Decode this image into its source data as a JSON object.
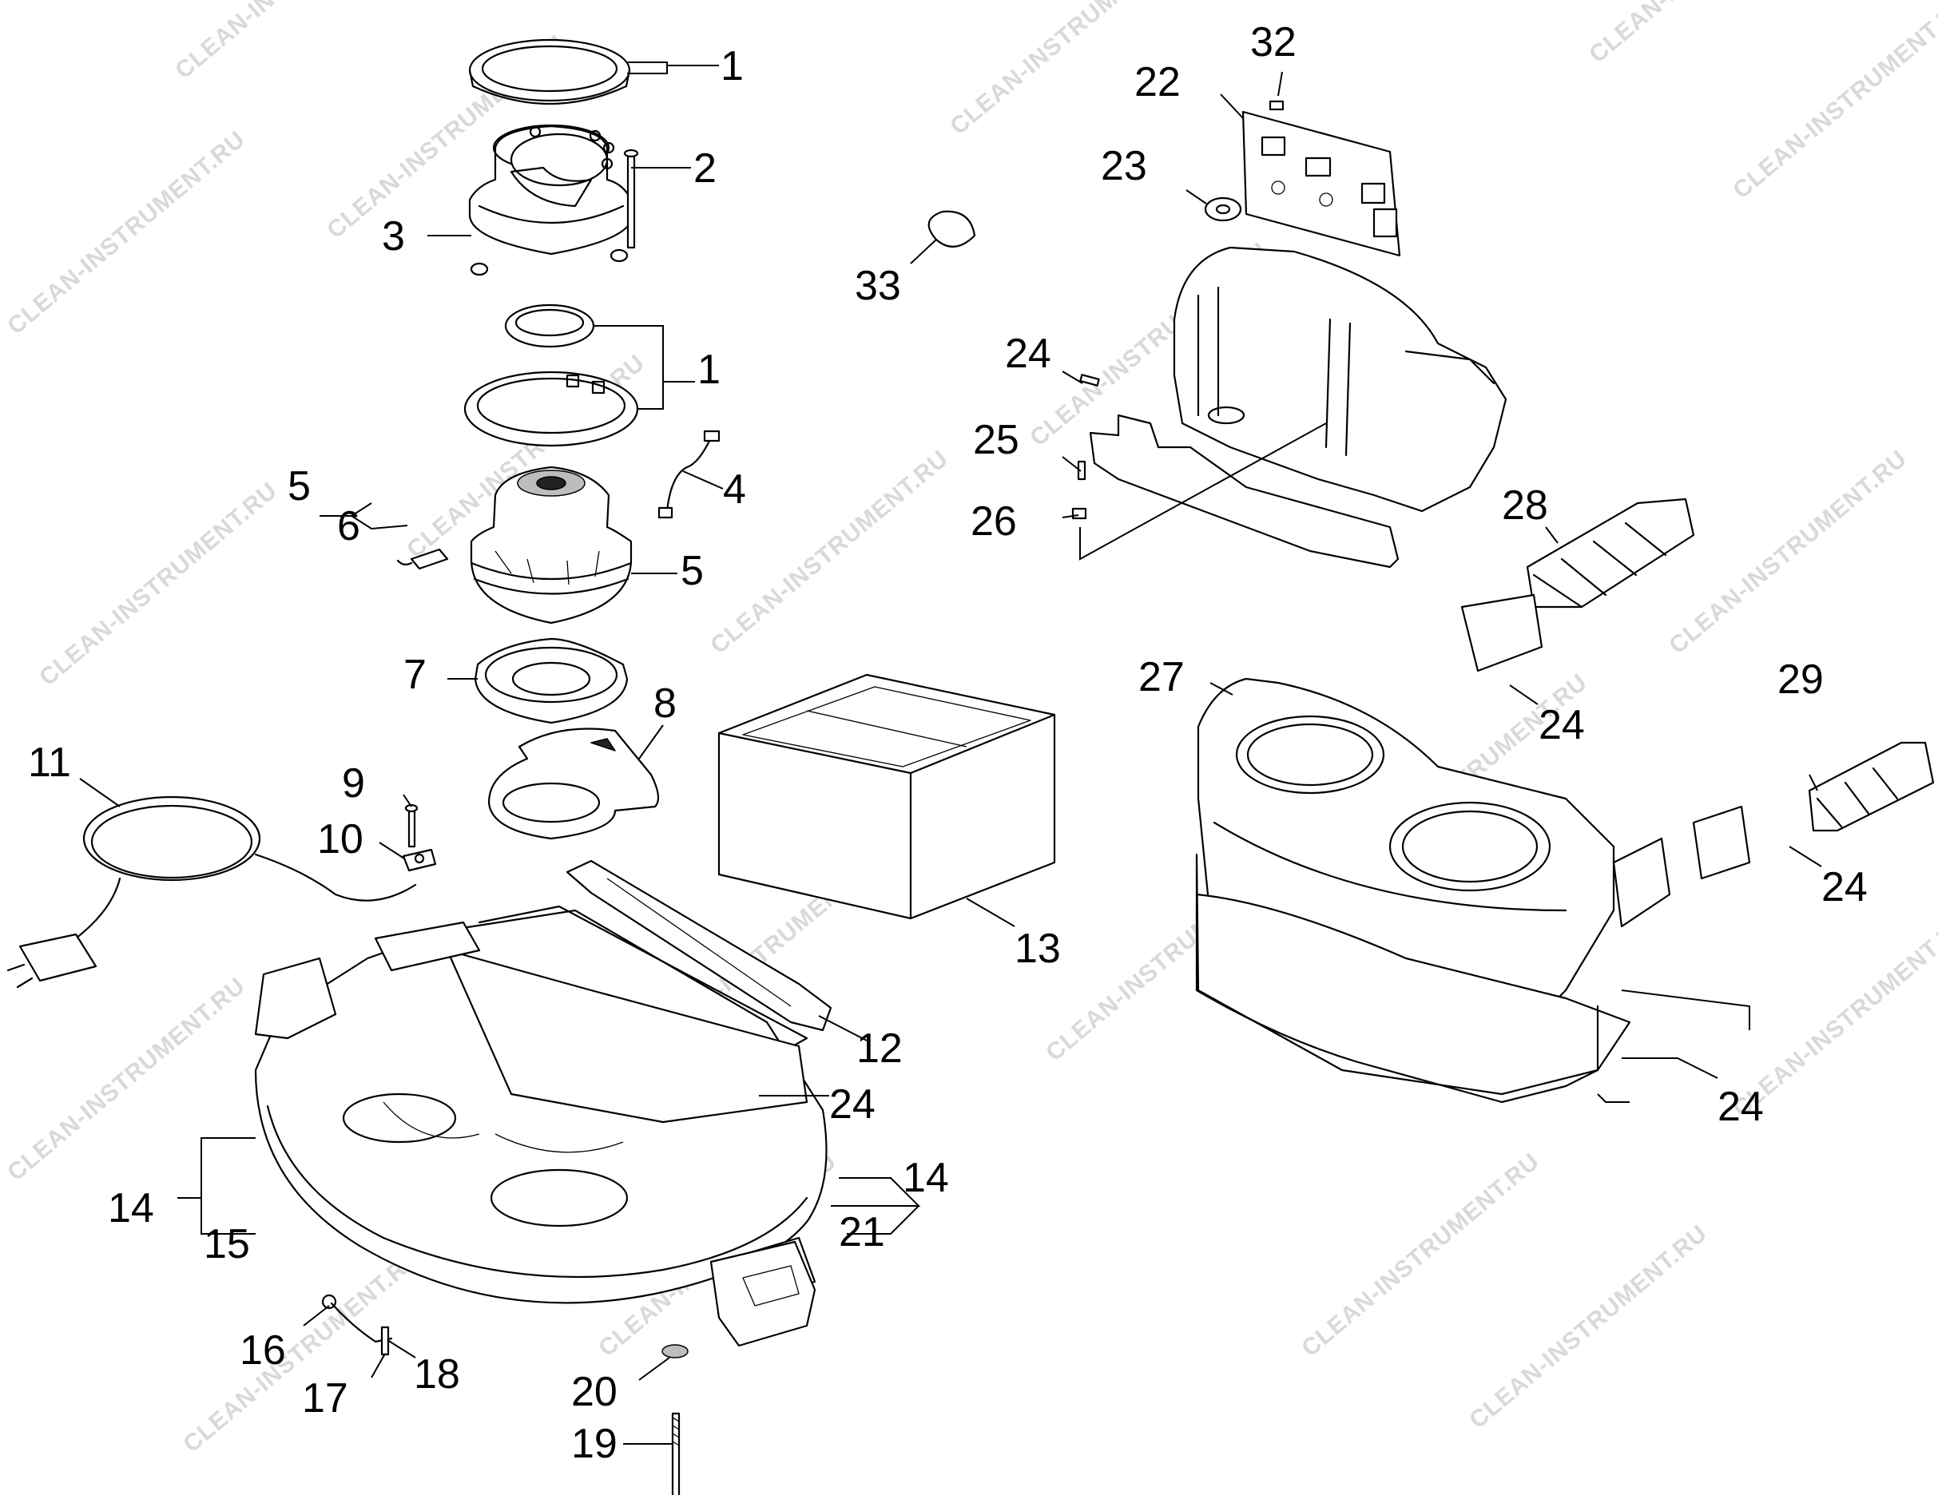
{
  "watermark": "CLEAN-INSTRUMENT.RU",
  "callouts": [
    {
      "id": "c1a",
      "label": "1"
    },
    {
      "id": "c2",
      "label": "2"
    },
    {
      "id": "c3",
      "label": "3"
    },
    {
      "id": "c1b",
      "label": "1"
    },
    {
      "id": "c4",
      "label": "4"
    },
    {
      "id": "c5a",
      "label": "5"
    },
    {
      "id": "c6",
      "label": "6"
    },
    {
      "id": "c5b",
      "label": "5"
    },
    {
      "id": "c7",
      "label": "7"
    },
    {
      "id": "c8",
      "label": "8"
    },
    {
      "id": "c9",
      "label": "9"
    },
    {
      "id": "c10",
      "label": "10"
    },
    {
      "id": "c11",
      "label": "11"
    },
    {
      "id": "c12",
      "label": "12"
    },
    {
      "id": "c13",
      "label": "13"
    },
    {
      "id": "c14a",
      "label": "14"
    },
    {
      "id": "c15",
      "label": "15"
    },
    {
      "id": "c14b",
      "label": "14"
    },
    {
      "id": "c21",
      "label": "21"
    },
    {
      "id": "c16",
      "label": "16"
    },
    {
      "id": "c17",
      "label": "17"
    },
    {
      "id": "c18",
      "label": "18"
    },
    {
      "id": "c20",
      "label": "20"
    },
    {
      "id": "c19",
      "label": "19"
    },
    {
      "id": "c24a",
      "label": "24"
    },
    {
      "id": "c32",
      "label": "32"
    },
    {
      "id": "c22",
      "label": "22"
    },
    {
      "id": "c23",
      "label": "23"
    },
    {
      "id": "c33",
      "label": "33"
    },
    {
      "id": "c24b",
      "label": "24"
    },
    {
      "id": "c25",
      "label": "25"
    },
    {
      "id": "c26",
      "label": "26"
    },
    {
      "id": "c28",
      "label": "28"
    },
    {
      "id": "c27",
      "label": "27"
    },
    {
      "id": "c24c",
      "label": "24"
    },
    {
      "id": "c29",
      "label": "29"
    },
    {
      "id": "c24d",
      "label": "24"
    },
    {
      "id": "c24e",
      "label": "24"
    }
  ]
}
